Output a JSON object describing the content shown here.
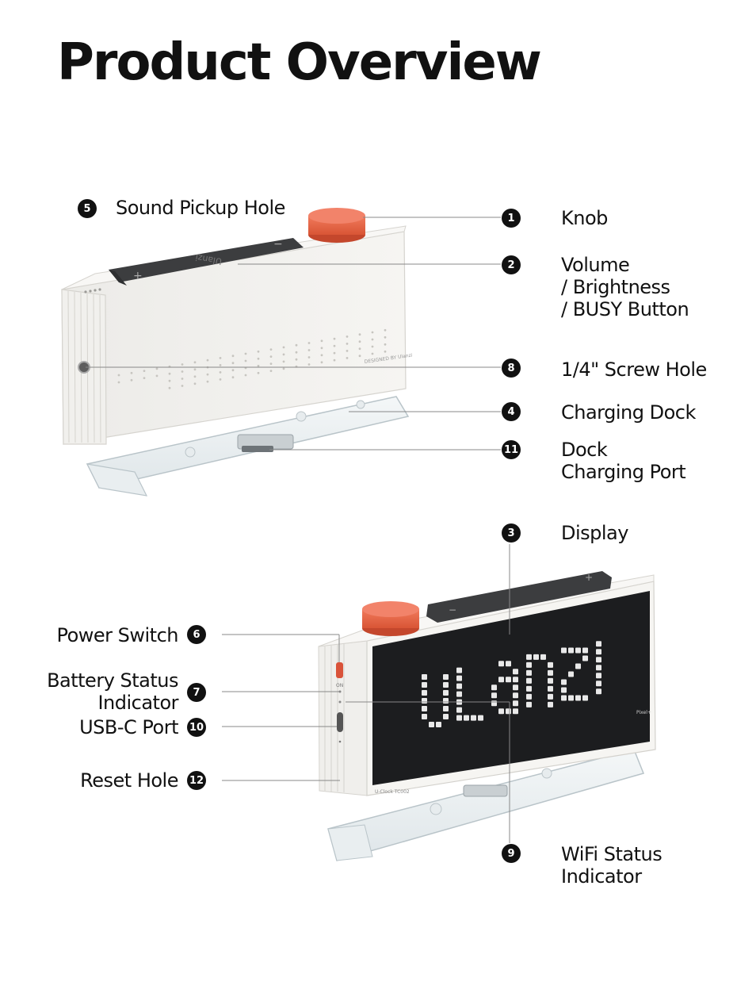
{
  "title": "Product Overview",
  "callouts": {
    "c1": {
      "num": "1",
      "label": "Knob"
    },
    "c2": {
      "num": "2",
      "lines": [
        "Volume",
        "/ Brightness",
        "/ BUSY Button"
      ]
    },
    "c3": {
      "num": "3",
      "label": "Display"
    },
    "c4": {
      "num": "4",
      "label": "Charging Dock"
    },
    "c5": {
      "num": "5",
      "label": "Sound Pickup Hole"
    },
    "c6": {
      "num": "6",
      "label": "Power Switch"
    },
    "c7": {
      "num": "7",
      "lines": [
        "Battery Status",
        "Indicator"
      ]
    },
    "c8": {
      "num": "8",
      "label": "1/4\" Screw Hole"
    },
    "c9": {
      "num": "9",
      "lines": [
        "WiFi Status",
        "Indicator"
      ]
    },
    "c10": {
      "num": "10",
      "label": "USB-C Port"
    },
    "c11": {
      "num": "11",
      "lines": [
        "Dock",
        "Charging Port"
      ]
    },
    "c12": {
      "num": "12",
      "label": "Reset Hole"
    }
  },
  "device": {
    "brand_text": "Ulanzi",
    "model_text": "U-Clock TC002",
    "designed_text": "DESIGNED BY Ulanzi",
    "pixel_text": "Pixel+",
    "switch_text": "ON"
  }
}
